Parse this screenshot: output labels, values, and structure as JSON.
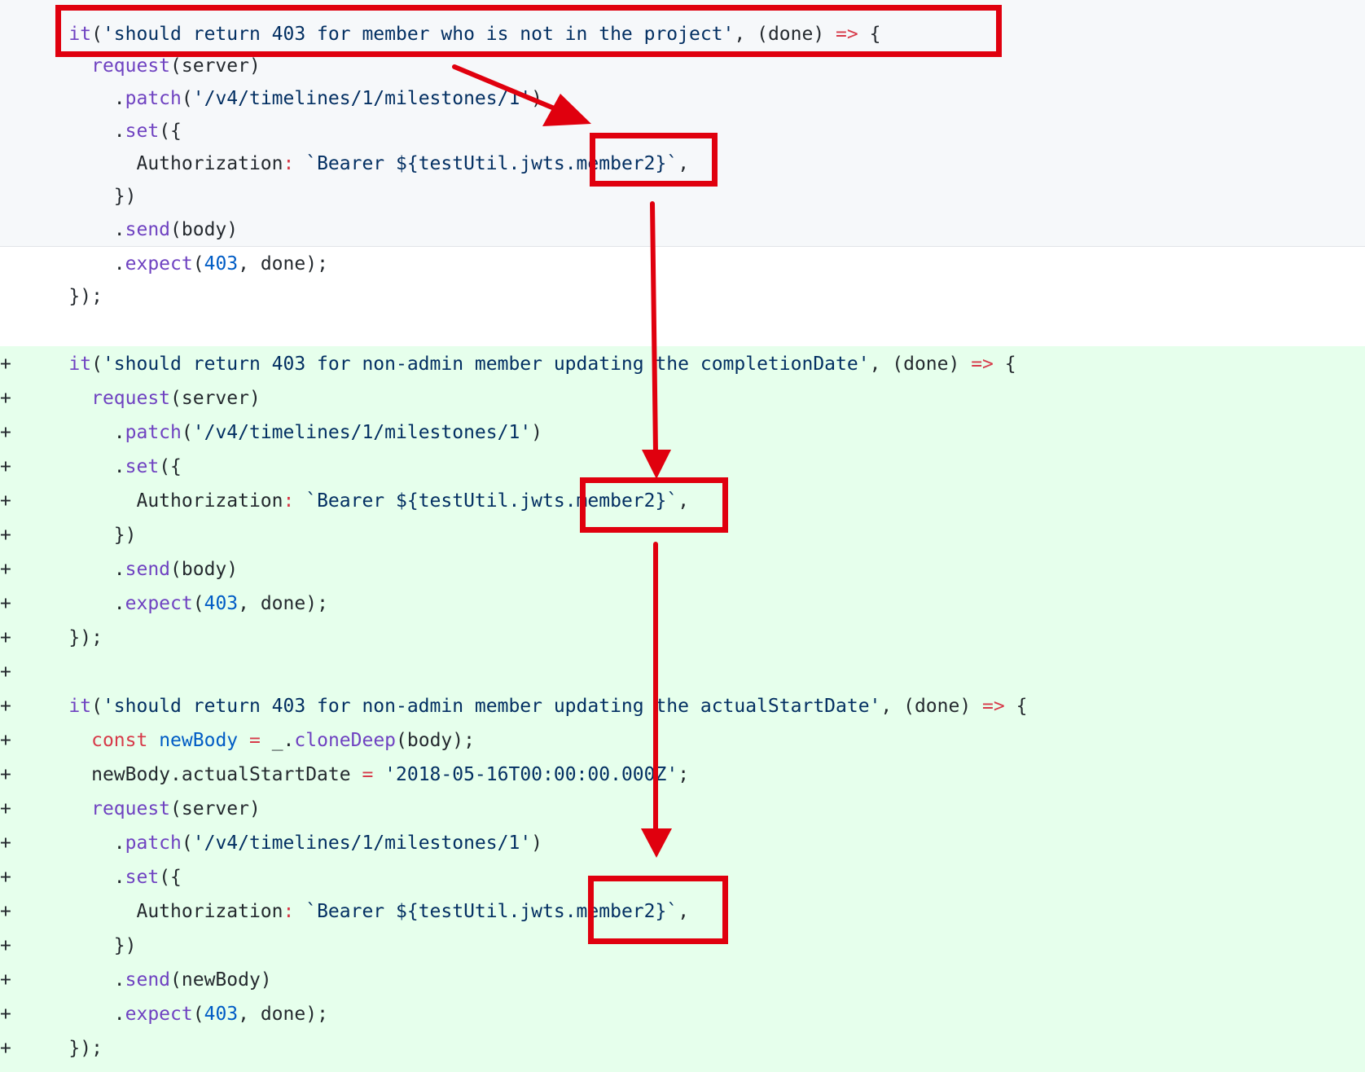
{
  "diff": {
    "add_marker": "+",
    "lines": [
      {
        "type": "context-gray",
        "tokens": [
          [
            "fn",
            "it"
          ],
          [
            "plain",
            "("
          ],
          [
            "str",
            "'should return 403 for member who is not in the project'"
          ],
          [
            "plain",
            ", (done) "
          ],
          [
            "kw",
            "=>"
          ],
          [
            "plain",
            " {"
          ]
        ],
        "indent": "    "
      },
      {
        "type": "context-gray",
        "tokens": [
          [
            "fn",
            "request"
          ],
          [
            "plain",
            "(server)"
          ]
        ],
        "indent": "      "
      },
      {
        "type": "context-gray",
        "tokens": [
          [
            "plain",
            "."
          ],
          [
            "fn",
            "patch"
          ],
          [
            "plain",
            "("
          ],
          [
            "str",
            "'/v4/timelines/1/milestones/1'"
          ],
          [
            "plain",
            ")"
          ]
        ],
        "indent": "        "
      },
      {
        "type": "context-gray",
        "tokens": [
          [
            "plain",
            "."
          ],
          [
            "fn",
            "set"
          ],
          [
            "plain",
            "({"
          ]
        ],
        "indent": "        "
      },
      {
        "type": "context-gray",
        "tokens": [
          [
            "plain",
            "Authorization"
          ],
          [
            "kw",
            ":"
          ],
          [
            "plain",
            " "
          ],
          [
            "str",
            "`Bearer ${testUtil.jwts.member2}`"
          ],
          [
            "plain",
            ","
          ]
        ],
        "indent": "          "
      },
      {
        "type": "context-gray",
        "tokens": [
          [
            "plain",
            "})"
          ]
        ],
        "indent": "        "
      },
      {
        "type": "context-gray",
        "tokens": [
          [
            "plain",
            "."
          ],
          [
            "fn",
            "send"
          ],
          [
            "plain",
            "(body)"
          ]
        ],
        "indent": "        "
      },
      {
        "type": "context-white",
        "tokens": [
          [
            "plain",
            "."
          ],
          [
            "fn",
            "expect"
          ],
          [
            "plain",
            "("
          ],
          [
            "num",
            "403"
          ],
          [
            "plain",
            ", done);"
          ]
        ],
        "indent": "        "
      },
      {
        "type": "context-white",
        "tokens": [
          [
            "plain",
            "});"
          ]
        ],
        "indent": "    "
      },
      {
        "type": "context-white",
        "tokens": [],
        "indent": ""
      },
      {
        "type": "add",
        "tokens": [
          [
            "fn",
            "it"
          ],
          [
            "plain",
            "("
          ],
          [
            "str",
            "'should return 403 for non-admin member updating the completionDate'"
          ],
          [
            "plain",
            ", (done) "
          ],
          [
            "kw",
            "=>"
          ],
          [
            "plain",
            " {"
          ]
        ],
        "indent": "    "
      },
      {
        "type": "add",
        "tokens": [
          [
            "fn",
            "request"
          ],
          [
            "plain",
            "(server)"
          ]
        ],
        "indent": "      "
      },
      {
        "type": "add",
        "tokens": [
          [
            "plain",
            "."
          ],
          [
            "fn",
            "patch"
          ],
          [
            "plain",
            "("
          ],
          [
            "str",
            "'/v4/timelines/1/milestones/1'"
          ],
          [
            "plain",
            ")"
          ]
        ],
        "indent": "        "
      },
      {
        "type": "add",
        "tokens": [
          [
            "plain",
            "."
          ],
          [
            "fn",
            "set"
          ],
          [
            "plain",
            "({"
          ]
        ],
        "indent": "        "
      },
      {
        "type": "add",
        "tokens": [
          [
            "plain",
            "Authorization"
          ],
          [
            "kw",
            ":"
          ],
          [
            "plain",
            " "
          ],
          [
            "str",
            "`Bearer ${testUtil.jwts.member2}`"
          ],
          [
            "plain",
            ","
          ]
        ],
        "indent": "          "
      },
      {
        "type": "add",
        "tokens": [
          [
            "plain",
            "})"
          ]
        ],
        "indent": "        "
      },
      {
        "type": "add",
        "tokens": [
          [
            "plain",
            "."
          ],
          [
            "fn",
            "send"
          ],
          [
            "plain",
            "(body)"
          ]
        ],
        "indent": "        "
      },
      {
        "type": "add",
        "tokens": [
          [
            "plain",
            "."
          ],
          [
            "fn",
            "expect"
          ],
          [
            "plain",
            "("
          ],
          [
            "num",
            "403"
          ],
          [
            "plain",
            ", done);"
          ]
        ],
        "indent": "        "
      },
      {
        "type": "add",
        "tokens": [
          [
            "plain",
            "});"
          ]
        ],
        "indent": "    "
      },
      {
        "type": "add",
        "tokens": [],
        "indent": ""
      },
      {
        "type": "add",
        "tokens": [
          [
            "fn",
            "it"
          ],
          [
            "plain",
            "("
          ],
          [
            "str",
            "'should return 403 for non-admin member updating the actualStartDate'"
          ],
          [
            "plain",
            ", (done) "
          ],
          [
            "kw",
            "=>"
          ],
          [
            "plain",
            " {"
          ]
        ],
        "indent": "    "
      },
      {
        "type": "add",
        "tokens": [
          [
            "kw",
            "const"
          ],
          [
            "plain",
            " "
          ],
          [
            "prop",
            "newBody"
          ],
          [
            "plain",
            " "
          ],
          [
            "kw",
            "="
          ],
          [
            "plain",
            " _."
          ],
          [
            "fn",
            "cloneDeep"
          ],
          [
            "plain",
            "(body);"
          ]
        ],
        "indent": "      "
      },
      {
        "type": "add",
        "tokens": [
          [
            "plain",
            "newBody.actualStartDate "
          ],
          [
            "kw",
            "="
          ],
          [
            "plain",
            " "
          ],
          [
            "str",
            "'2018-05-16T00:00:00.000Z'"
          ],
          [
            "plain",
            ";"
          ]
        ],
        "indent": "      "
      },
      {
        "type": "add",
        "tokens": [
          [
            "fn",
            "request"
          ],
          [
            "plain",
            "(server)"
          ]
        ],
        "indent": "      "
      },
      {
        "type": "add",
        "tokens": [
          [
            "plain",
            "."
          ],
          [
            "fn",
            "patch"
          ],
          [
            "plain",
            "("
          ],
          [
            "str",
            "'/v4/timelines/1/milestones/1'"
          ],
          [
            "plain",
            ")"
          ]
        ],
        "indent": "        "
      },
      {
        "type": "add",
        "tokens": [
          [
            "plain",
            "."
          ],
          [
            "fn",
            "set"
          ],
          [
            "plain",
            "({"
          ]
        ],
        "indent": "        "
      },
      {
        "type": "add",
        "tokens": [
          [
            "plain",
            "Authorization"
          ],
          [
            "kw",
            ":"
          ],
          [
            "plain",
            " "
          ],
          [
            "str",
            "`Bearer ${testUtil.jwts.member2}`"
          ],
          [
            "plain",
            ","
          ]
        ],
        "indent": "          "
      },
      {
        "type": "add",
        "tokens": [
          [
            "plain",
            "})"
          ]
        ],
        "indent": "        "
      },
      {
        "type": "add",
        "tokens": [
          [
            "plain",
            "."
          ],
          [
            "fn",
            "send"
          ],
          [
            "plain",
            "(newBody)"
          ]
        ],
        "indent": "        "
      },
      {
        "type": "add",
        "tokens": [
          [
            "plain",
            "."
          ],
          [
            "fn",
            "expect"
          ],
          [
            "plain",
            "("
          ],
          [
            "num",
            "403"
          ],
          [
            "plain",
            ", done);"
          ]
        ],
        "indent": "        "
      },
      {
        "type": "add",
        "tokens": [
          [
            "plain",
            "});"
          ]
        ],
        "indent": "    "
      }
    ]
  },
  "colors": {
    "context_gray_bg": "#f6f8fa",
    "added_bg": "#e6ffec",
    "annotation_red": "#e0000e",
    "token_function": "#6f42c1",
    "token_string": "#032f62",
    "token_keyword": "#d73a49",
    "token_number": "#005cc5"
  },
  "annotations": {
    "shape": "red-rectangle-with-arrows",
    "highlighted_fragment": "member2}`",
    "highlighted_test_title": "it('should return 403 for member who is not in the project', (done) => {"
  }
}
